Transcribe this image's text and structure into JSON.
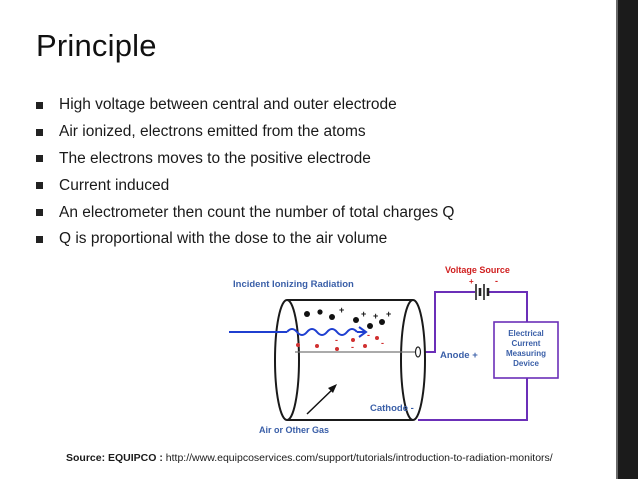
{
  "slide": {
    "title": "Principle",
    "bullets": [
      "High voltage between central and outer electrode",
      "Air ionized, electrons emitted from the atoms",
      "The electrons moves to the positive electrode",
      "Current induced",
      "An electrometer then count the number of total charges Q",
      "Q is proportional with the dose to the air volume"
    ],
    "source_label": "Source: EQUIPCO :",
    "source_url": " http://www.equipcoservices.com/support/tutorials/introduction-to-radiation-monitors/"
  },
  "diagram": {
    "incident_label": "Incident Ionizing Radiation",
    "voltage_label": "Voltage Source",
    "plus_sign": "+",
    "minus_sign": "-",
    "device_line1": "Electrical",
    "device_line2": "Current",
    "device_line3": "Measuring",
    "device_line4": "Device",
    "anode_label": "Anode +",
    "cathode_label": "Cathode -",
    "gas_label": "Air or Other Gas",
    "ion_plus": "+",
    "ion_minus": "-"
  },
  "colors": {
    "label_blue": "#3a5fa8",
    "voltage_red": "#d02020",
    "wire_purple": "#6b2fb8",
    "ray_blue": "#1f3fd0",
    "electron_red": "#d03030",
    "cylinder_outline": "#1a1a1a"
  }
}
